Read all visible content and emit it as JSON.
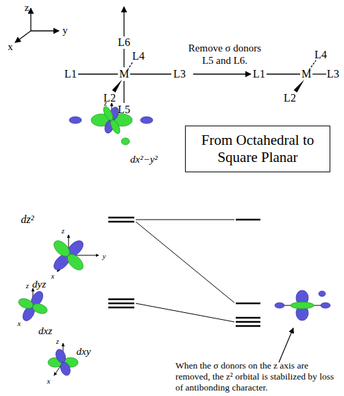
{
  "diagram": {
    "nodes": [
      {
        "text": [
          "From Octahedral to Square Planar"
        ]
      }
    ],
    "labels": [
      "z",
      "y",
      "x",
      "L6",
      "L4",
      "L1",
      "M",
      "L3",
      "L2",
      "L5",
      "Remove σ donors L5 and L6.",
      "L4",
      "L1",
      "M",
      "L3",
      "L2",
      "z",
      "dx²−y²",
      "dz²",
      "z",
      "y",
      "x",
      "dyz",
      "z",
      "x",
      "dxz",
      "z",
      "x",
      "dxy",
      "When the σ donors on the z axis are removed, the z² orbital is stabilized by loss of antibonding character."
    ]
  }
}
